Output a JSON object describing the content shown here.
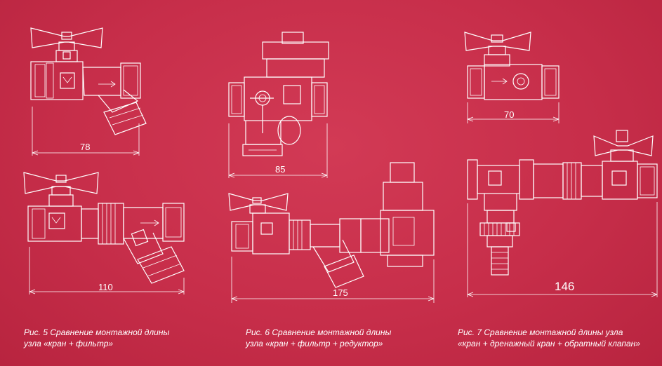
{
  "dimensions": {
    "fig5_top": "78",
    "fig5_bottom": "110",
    "fig6_top": "85",
    "fig6_bottom": "175",
    "fig7_top": "70",
    "fig7_bottom": "146"
  },
  "captions": {
    "fig5": {
      "line1": "Рис. 5 Сравнение монтажной длины",
      "line2": "узла «кран + фильтр»"
    },
    "fig6": {
      "line1": "Рис. 6 Сравнение монтажной длины",
      "line2": "узла «кран + фильтр + редуктор»"
    },
    "fig7": {
      "line1": "Рис. 7 Сравнение монтажной длины узла",
      "line2": "«кран + дренажный кран + обратный клапан»"
    }
  },
  "colors": {
    "background": "#c72e4a",
    "lines": "#ffffff"
  }
}
